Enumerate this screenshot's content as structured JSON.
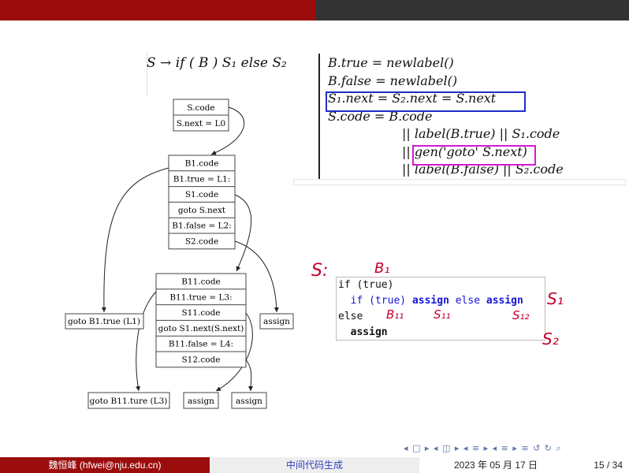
{
  "slide": {
    "header_text": "S → if ( B ) S₁ else S₂",
    "rules": [
      "B.true  =  newlabel()",
      "B.false  =  newlabel()",
      "S₁.next  =  S₂.next  =  S.next",
      "S.code  =  B.code",
      "|| label(B.true) || S₁.code",
      "|| gen('goto' S.next)",
      "|| label(B.false) || S₂.code"
    ]
  },
  "diagram": {
    "s_box": [
      "S.code",
      "S.next = L0"
    ],
    "b1_box": [
      "B1.code",
      "B1.true = L1:",
      "S1.code",
      "goto S.next",
      "B1.false = L2:",
      "S2.code"
    ],
    "b11_box": [
      "B11.code",
      "B11.true = L3:",
      "S11.code",
      "goto S1.next(S.next)",
      "B11.false = L4:",
      "S12.code"
    ],
    "goto_b1_true": "goto B1.true (L1)",
    "assign_right": "assign",
    "goto_b11_true": "goto B11.ture (L3)",
    "assign_mid": "assign",
    "assign_end": "assign"
  },
  "code": {
    "line1": "if (true)",
    "line2_if": "if (true)",
    "line2_assign": "assign",
    "line2_else": "else",
    "line2_assign2": "assign",
    "line3": "else",
    "line4": "assign"
  },
  "handwriting": {
    "s": "S:",
    "b1": "B₁",
    "b11": "B₁₁",
    "s11": "S₁₁",
    "s12": "S₁₂",
    "s1": "S₁",
    "s2": "S₂"
  },
  "nav": {
    "symbols": "◂ □ ▸ ◂ ◫ ▸ ◂ ≡ ▸ ◂ ≡ ▸   ≡   ↺ ↻ ⌕"
  },
  "footer": {
    "author": "魏恒峰 (hfwei@nju.edu.cn)",
    "title": "中间代码生成",
    "date": "2023 年 05 月 17 日",
    "page": "15 / 34"
  },
  "colors": {
    "brand_red": "#9b0d0d",
    "blue_box": "#1f2ec8",
    "magenta_box": "#d21ad2",
    "ink_red": "#c4002a"
  }
}
